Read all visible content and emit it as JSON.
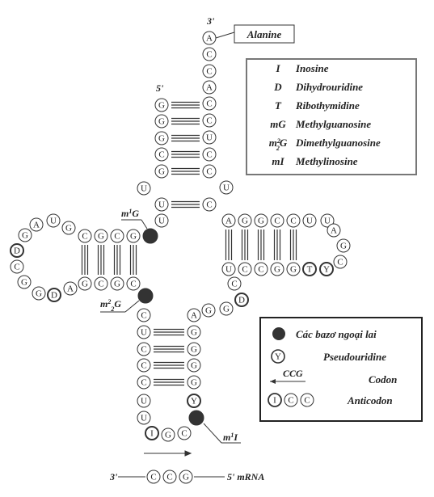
{
  "labels": {
    "end3_top": "3'",
    "end5_top": "5'",
    "amino_acid": "Alanine",
    "m1G": "m1G",
    "m2_2G": "m22G",
    "m1I": "m1I",
    "mrna_3": "3'",
    "mrna_5": "5' mRNA"
  },
  "legend_top": [
    {
      "symbol": "I",
      "name": "Inosine"
    },
    {
      "symbol": "D",
      "name": "Dihydrouridine"
    },
    {
      "symbol": "T",
      "name": "Ribothymidine"
    },
    {
      "symbol": "mG",
      "name": "Methylguanosine"
    },
    {
      "symbol": "m22G",
      "name": "Dimethylguanosine"
    },
    {
      "symbol": "mI",
      "name": "Methylinosine"
    }
  ],
  "legend_bottom": [
    {
      "key": "dot",
      "text": "Các bazơ ngoại lai"
    },
    {
      "key": "psi",
      "symbol": "Y",
      "text": "Pseudouridine"
    },
    {
      "key": "codon",
      "symbol": "CCG",
      "text": "Codon"
    },
    {
      "key": "anticodon",
      "symbols": [
        "I",
        "C",
        "C"
      ],
      "text": "Anticodon"
    }
  ],
  "acceptor_5prime": [
    "G",
    "G",
    "G",
    "C",
    "G",
    "U"
  ],
  "acceptor_3prime": [
    "A",
    "C",
    "C",
    "A",
    "C",
    "C",
    "U",
    "C",
    "C",
    "U",
    "C"
  ],
  "d_arm_top": [
    "A",
    "U",
    "G",
    "C",
    "G",
    "C",
    "G"
  ],
  "d_arm_loop": [
    "G",
    "D",
    "C",
    "G",
    "D"
  ],
  "d_arm_bottom": [
    "A",
    "G",
    "C",
    "G",
    "C"
  ],
  "anticodon_left": [
    "C",
    "U",
    "C",
    "C",
    "C",
    "U",
    "U"
  ],
  "anticodon_loop": [
    "I",
    "G",
    "C"
  ],
  "anticodon_right": [
    "Y",
    "G",
    "G",
    "G",
    "G",
    "A",
    "G"
  ],
  "variable": [
    "A",
    "G",
    "D",
    "C"
  ],
  "t_arm_top": [
    "A",
    "G",
    "G",
    "C",
    "C",
    "U",
    "U"
  ],
  "t_arm_loop": [
    "A",
    "G",
    "C"
  ],
  "t_arm_bottom": [
    "Y",
    "T",
    "G",
    "G",
    "C",
    "C",
    "U"
  ],
  "mrna": [
    "C",
    "C",
    "G"
  ]
}
